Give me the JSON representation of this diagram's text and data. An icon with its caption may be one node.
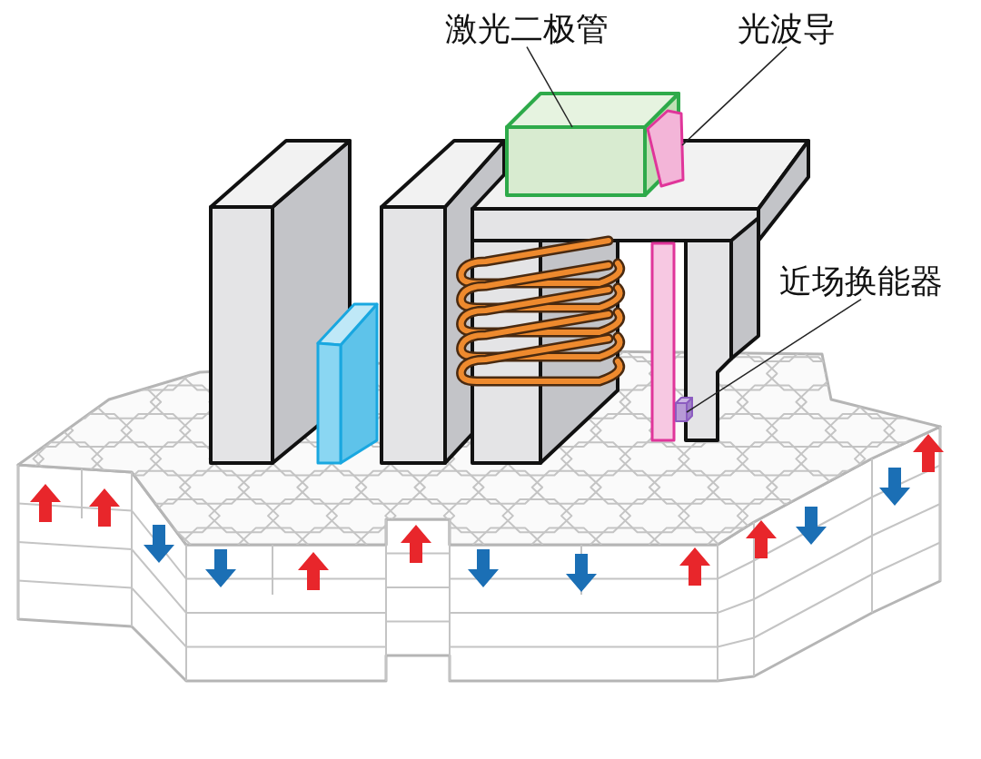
{
  "diagram": {
    "nodes": [
      {
        "text": [
          "激光二极管"
        ]
      },
      {
        "text": [
          "光波导"
        ]
      },
      {
        "text": [
          "近场换能器"
        ]
      },
      {
        "text": [],
        "shape": "box"
      },
      {
        "text": [],
        "shape": "bar"
      },
      {
        "text": [],
        "shape": "box"
      }
    ],
    "edges": [
      {
        "from": 0,
        "to": 3,
        "arrow": "none"
      },
      {
        "from": 1,
        "to": 4,
        "arrow": "none"
      },
      {
        "from": 2,
        "to": 5,
        "arrow": "none"
      }
    ]
  }
}
